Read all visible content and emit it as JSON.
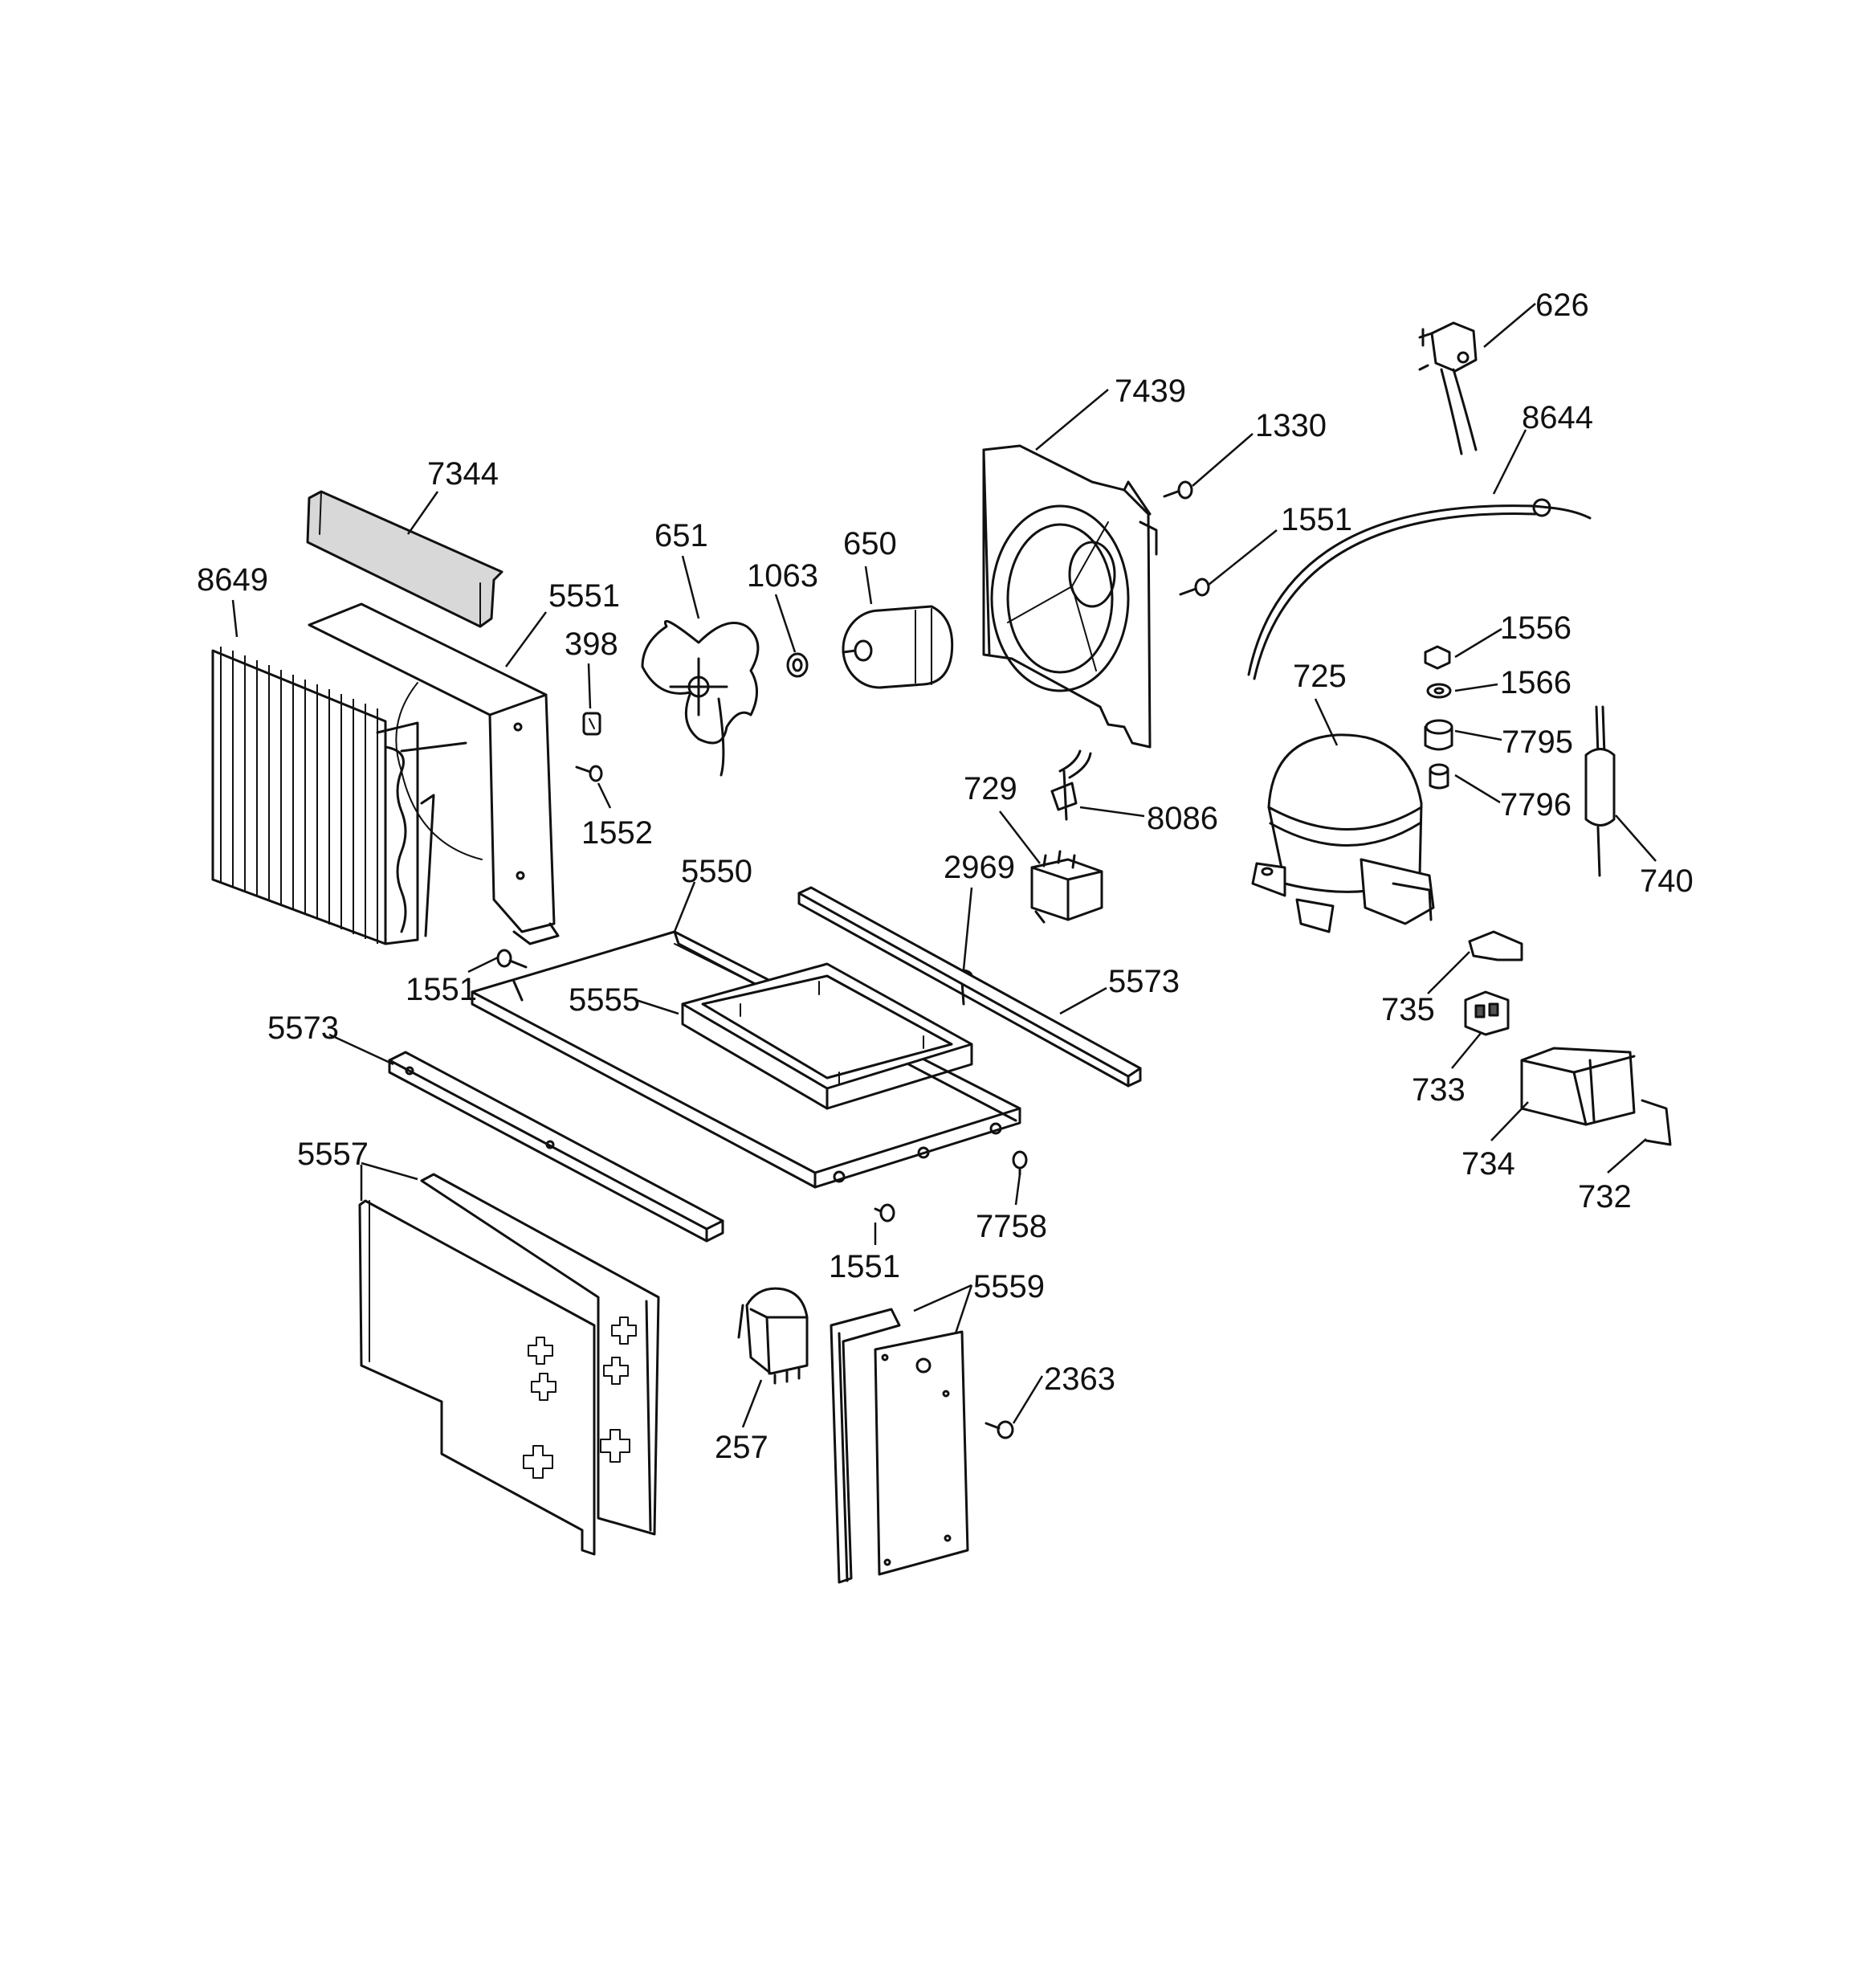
{
  "colors": {
    "line": "#111111",
    "background": "#ffffff"
  },
  "callouts": [
    {
      "id": "c626",
      "text": "626"
    },
    {
      "id": "c7439",
      "text": "7439"
    },
    {
      "id": "c1330",
      "text": "1330"
    },
    {
      "id": "c8644",
      "text": "8644"
    },
    {
      "id": "c7344",
      "text": "7344"
    },
    {
      "id": "c1551a",
      "text": "1551"
    },
    {
      "id": "c651",
      "text": "651"
    },
    {
      "id": "c650",
      "text": "650"
    },
    {
      "id": "c1063",
      "text": "1063"
    },
    {
      "id": "c8649",
      "text": "8649"
    },
    {
      "id": "c5551",
      "text": "5551"
    },
    {
      "id": "c398",
      "text": "398"
    },
    {
      "id": "c1556",
      "text": "1556"
    },
    {
      "id": "c1566",
      "text": "1566"
    },
    {
      "id": "c725",
      "text": "725"
    },
    {
      "id": "c7795",
      "text": "7795"
    },
    {
      "id": "c7796",
      "text": "7796"
    },
    {
      "id": "c729",
      "text": "729"
    },
    {
      "id": "c8086",
      "text": "8086"
    },
    {
      "id": "c1552",
      "text": "1552"
    },
    {
      "id": "c740",
      "text": "740"
    },
    {
      "id": "c5550",
      "text": "5550"
    },
    {
      "id": "c2969",
      "text": "2969"
    },
    {
      "id": "c1551b",
      "text": "1551"
    },
    {
      "id": "c5555",
      "text": "5555"
    },
    {
      "id": "c5573a",
      "text": "5573"
    },
    {
      "id": "c735",
      "text": "735"
    },
    {
      "id": "c5573b",
      "text": "5573"
    },
    {
      "id": "c733",
      "text": "733"
    },
    {
      "id": "c734",
      "text": "734"
    },
    {
      "id": "c5557",
      "text": "5557"
    },
    {
      "id": "c732",
      "text": "732"
    },
    {
      "id": "c7758",
      "text": "7758"
    },
    {
      "id": "c1551c",
      "text": "1551"
    },
    {
      "id": "c5559",
      "text": "5559"
    },
    {
      "id": "c2363",
      "text": "2363"
    },
    {
      "id": "c257",
      "text": "257"
    }
  ]
}
